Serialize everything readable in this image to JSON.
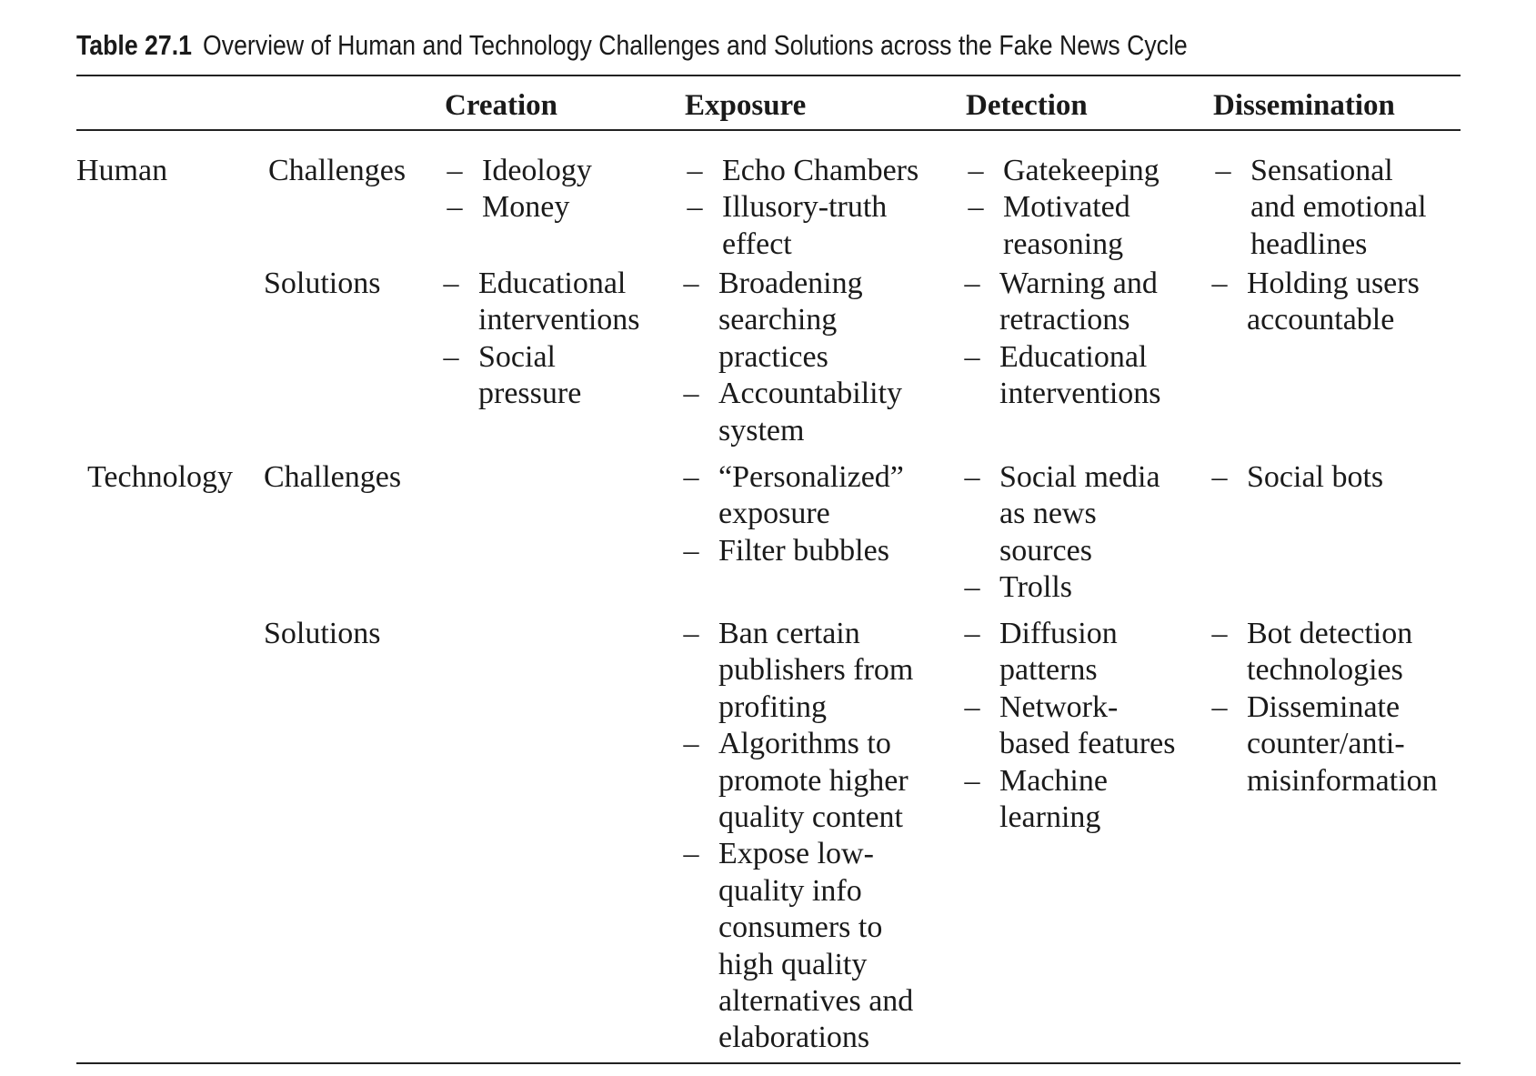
{
  "caption": {
    "label": "Table 27.1",
    "title": "Overview of Human and Technology Challenges and Solutions across the Fake News Cycle"
  },
  "columns": [
    "Creation",
    "Exposure",
    "Detection",
    "Dissemination"
  ],
  "rows": {
    "human": {
      "label": "Human",
      "challenges": {
        "label": "Challenges",
        "creation": [
          "Ideology",
          "Money"
        ],
        "exposure": [
          "Echo Chambers",
          "Illusory-truth\neffect"
        ],
        "detection": [
          "Gatekeeping",
          "Motivated\nreasoning"
        ],
        "dissemination": [
          "Sensational\nand emotional\nheadlines"
        ]
      },
      "solutions": {
        "label": "Solutions",
        "creation": [
          "Educational\ninterventions",
          "Social\npressure"
        ],
        "exposure": [
          "Broadening\nsearching\npractices",
          "Accountability\nsystem"
        ],
        "detection": [
          "Warning and\nretractions",
          "Educational\ninterventions"
        ],
        "dissemination": [
          "Holding users\naccountable"
        ]
      }
    },
    "technology": {
      "label": "Technology",
      "challenges": {
        "label": "Challenges",
        "creation": [],
        "exposure": [
          "“Personalized”\nexposure",
          "Filter bubbles"
        ],
        "detection": [
          "Social media\nas news\nsources",
          "Trolls"
        ],
        "dissemination": [
          "Social bots"
        ]
      },
      "solutions": {
        "label": "Solutions",
        "creation": [],
        "exposure": [
          "Ban certain\npublishers from\nprofiting",
          "Algorithms to\npromote higher\nquality content",
          "Expose low-\nquality info\nconsumers to\nhigh quality\nalternatives and\nelaborations"
        ],
        "detection": [
          "Diffusion\npatterns",
          "Network-\nbased features",
          "Machine\nlearning"
        ],
        "dissemination": [
          "Bot detection\ntechnologies",
          "Disseminate\ncounter/anti-\nmisinformation"
        ]
      }
    }
  }
}
